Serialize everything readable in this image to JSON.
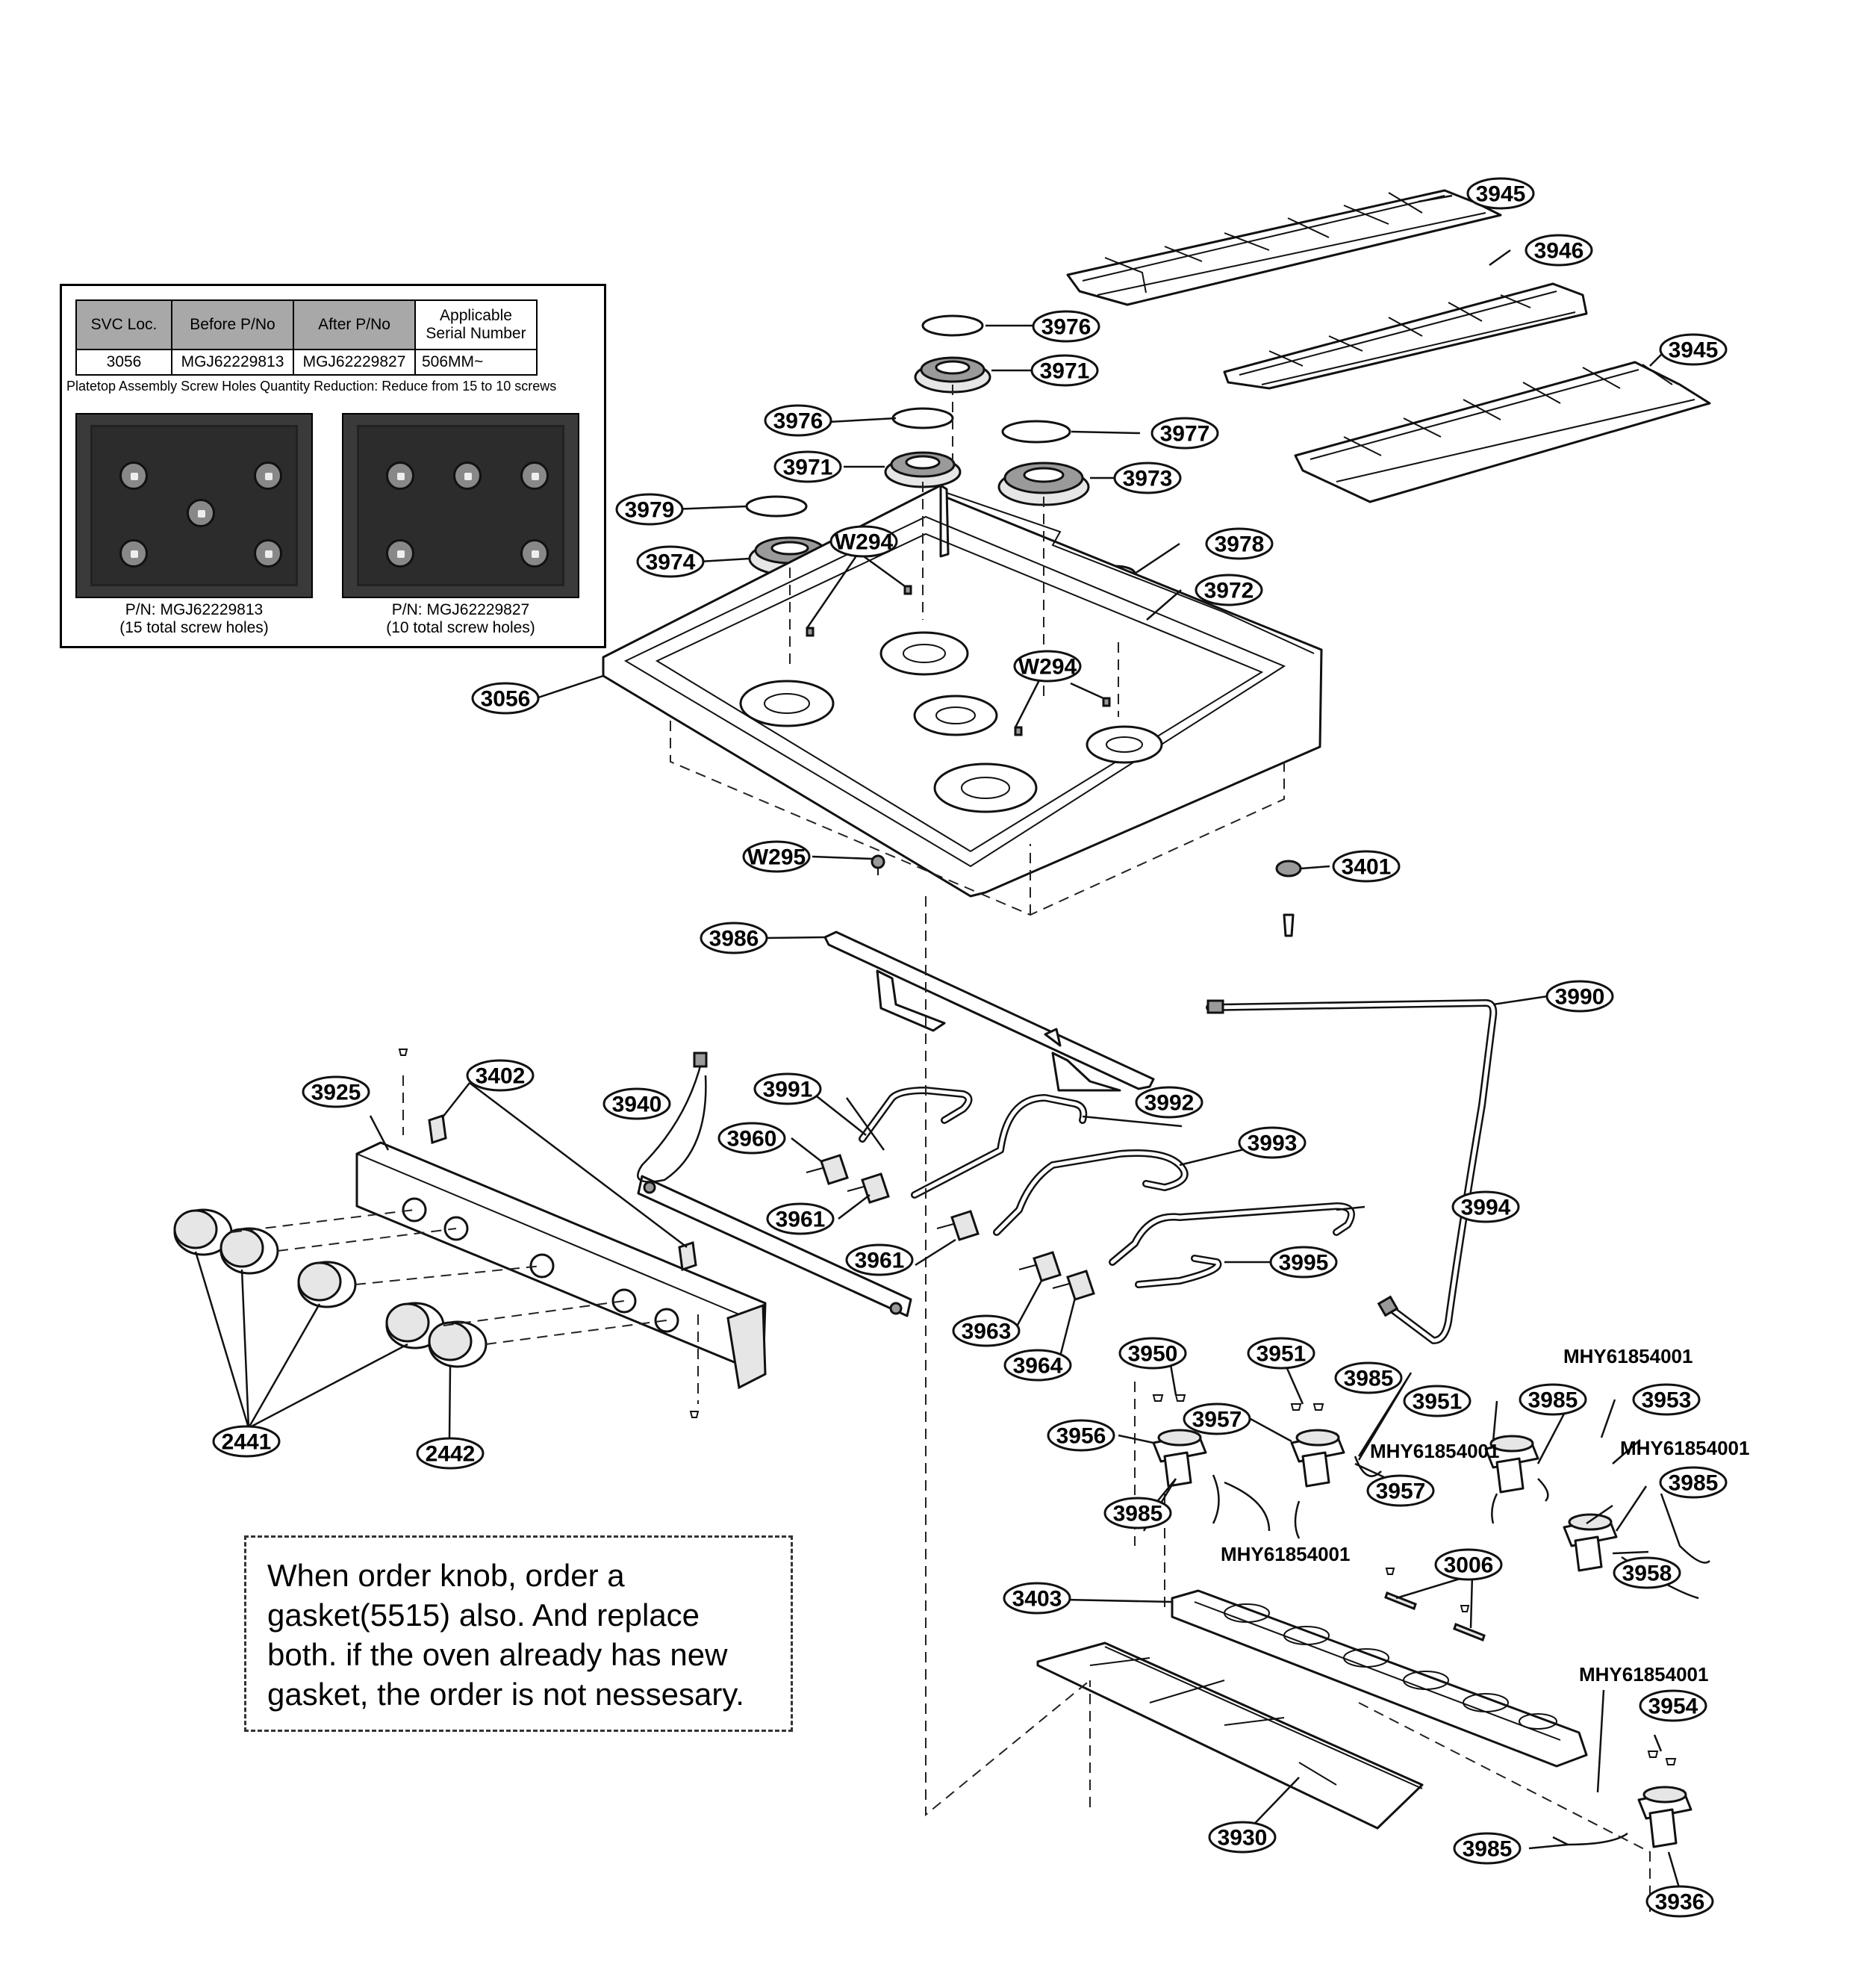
{
  "inset": {
    "table": {
      "headers": [
        "SVC Loc.",
        "Before P/No",
        "After P/No",
        "Applicable Serial Number"
      ],
      "row": [
        "3056",
        "MGJ62229813",
        "MGJ62229827",
        "506MM~"
      ]
    },
    "note": "Platetop  Assembly Screw Holes Quantity Reduction: Reduce from 15 to 10 screws",
    "photos": [
      {
        "pn": "P/N: MGJ62229813",
        "desc": "(15 total screw holes)"
      },
      {
        "pn": "P/N: MGJ62229827",
        "desc": "(10 total screw holes)"
      }
    ]
  },
  "note_box": {
    "lines": [
      "When order knob, order a",
      "gasket(5515) also. And replace",
      "both.  if the oven already has new",
      "gasket, the order is not nessesary."
    ]
  },
  "callouts": [
    "3945",
    "3946",
    "3945",
    "3976",
    "3971",
    "3976",
    "3977",
    "3971",
    "3973",
    "3979",
    "3974",
    "W294",
    "3978",
    "3972",
    "W294",
    "3056",
    "W295",
    "3401",
    "3986",
    "3990",
    "3925",
    "3402",
    "3940",
    "3991",
    "3992",
    "3960",
    "3993",
    "3961",
    "3994",
    "3961",
    "3995",
    "3963",
    "3964",
    "2441",
    "2442",
    "3950",
    "3951",
    "3985",
    "3951",
    "3985",
    "3953",
    "3956",
    "3957",
    "3957",
    "3985",
    "3958",
    "3985",
    "3403",
    "3006",
    "3954",
    "3930",
    "3985",
    "3936"
  ],
  "labels": [
    "MHY61854001",
    "MHY61854001",
    "MHY61854001",
    "MHY61854001",
    "MHY61854001"
  ]
}
